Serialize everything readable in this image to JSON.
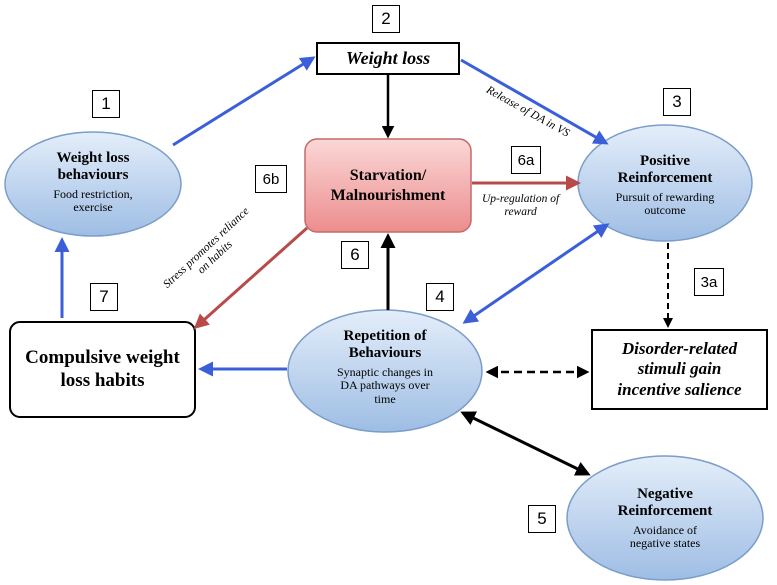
{
  "nodes": {
    "weight_loss": {
      "label": "Weight loss"
    },
    "starvation": {
      "label_line1": "Starvation/",
      "label_line2": "Malnourishment"
    },
    "weight_loss_behaviours": {
      "title_line1": "Weight loss",
      "title_line2": "behaviours",
      "subtitle_line1": "Food restriction,",
      "subtitle_line2": "exercise"
    },
    "positive_reinforcement": {
      "title_line1": "Positive",
      "title_line2": "Reinforcement",
      "subtitle_line1": "Pursuit of rewarding",
      "subtitle_line2": "outcome"
    },
    "repetition": {
      "title_line1": "Repetition of",
      "title_line2": "Behaviours",
      "subtitle_line1": "Synaptic changes in",
      "subtitle_line2": "DA pathways over",
      "subtitle_line3": "time"
    },
    "negative_reinforcement": {
      "title_line1": "Negative",
      "title_line2": "Reinforcement",
      "subtitle_line1": "Avoidance of",
      "subtitle_line2": "negative states"
    },
    "compulsive_habits": {
      "label_line1": "Compulsive weight",
      "label_line2": "loss habits"
    },
    "incentive_salience": {
      "label_line1": "Disorder-related",
      "label_line2": "stimuli gain",
      "label_line3": "incentive salience"
    }
  },
  "step_numbers": {
    "n1": "1",
    "n2": "2",
    "n3": "3",
    "n3a": "3a",
    "n4": "4",
    "n5": "5",
    "n6": "6",
    "n6a": "6a",
    "n6b": "6b",
    "n7": "7"
  },
  "edge_labels": {
    "release_da": "Release of DA in VS",
    "upregulation_line1": "Up-regulation of",
    "upregulation_line2": "reward",
    "stress_line1": "Stress promotes reliance",
    "stress_line2": "on habits"
  },
  "colors": {
    "ellipse_fill_top": "#e4eefa",
    "ellipse_fill_bottom": "#9ebde4",
    "ellipse_stroke": "#7b9dc9",
    "starvation_fill_top": "#fbd7d7",
    "starvation_fill_bottom": "#ec8d8d",
    "starvation_stroke": "#c46a6a",
    "blue_arrow": "#3a5fd9",
    "red_arrow": "#b84a4a",
    "black_arrow": "#000000"
  }
}
